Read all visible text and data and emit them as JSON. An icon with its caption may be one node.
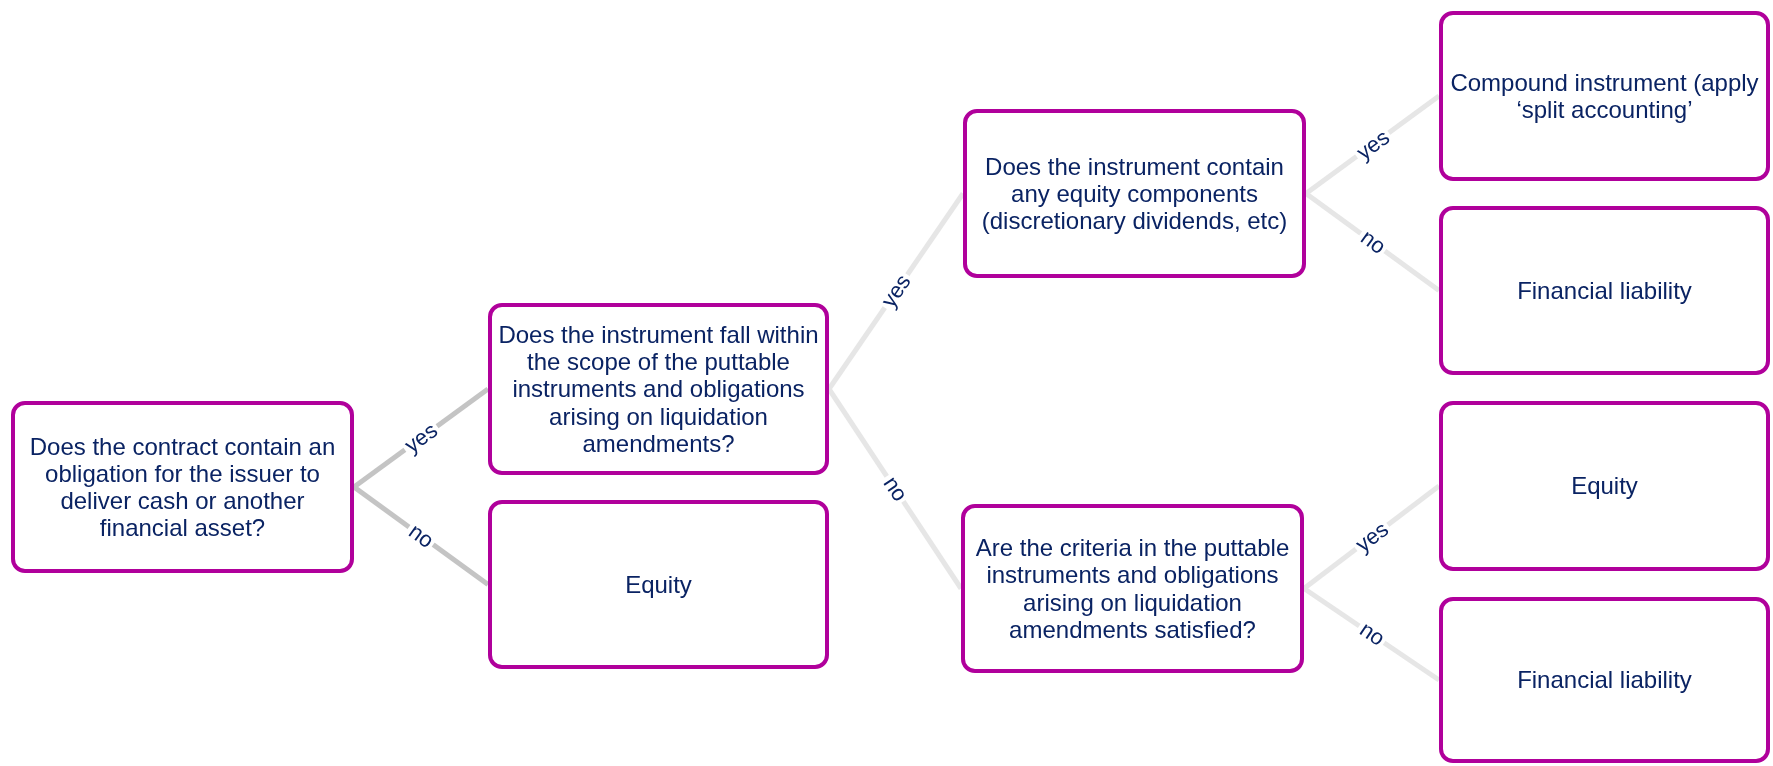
{
  "diagram": {
    "nodes": [
      {
        "text": [
          "Does the contract contain an obligation for the issuer to deliver cash or another financial asset?"
        ]
      },
      {
        "text": [
          "Does the instrument fall within the scope of the puttable instruments and obligations arising on liquidation amendments?"
        ]
      },
      {
        "text": [
          "Equity"
        ]
      },
      {
        "text": [
          "Does the instrument contain any equity components (discretionary dividends, etc)"
        ]
      },
      {
        "text": [
          "Are the criteria in the puttable instruments and obligations arising on liquidation amendments satisfied?"
        ]
      },
      {
        "text": [
          "Compound instrument (apply ‘split accounting’"
        ]
      },
      {
        "text": [
          "Financial liability"
        ]
      },
      {
        "text": [
          "Equity"
        ]
      },
      {
        "text": [
          "Financial liability"
        ]
      }
    ],
    "edges": [
      {
        "from": 0,
        "to": 1,
        "arrow": "none",
        "label": "yes",
        "color": "#c4c4c4"
      },
      {
        "from": 0,
        "to": 2,
        "arrow": "none",
        "label": "no",
        "color": "#c4c4c4"
      },
      {
        "from": 1,
        "to": 3,
        "arrow": "none",
        "label": "yes"
      },
      {
        "from": 1,
        "to": 4,
        "arrow": "none",
        "label": "no"
      },
      {
        "from": 3,
        "to": 5,
        "arrow": "none",
        "label": "yes"
      },
      {
        "from": 3,
        "to": 6,
        "arrow": "none",
        "label": "no"
      },
      {
        "from": 4,
        "to": 7,
        "arrow": "none",
        "label": "yes"
      },
      {
        "from": 4,
        "to": 8,
        "arrow": "none",
        "label": "no"
      }
    ]
  }
}
